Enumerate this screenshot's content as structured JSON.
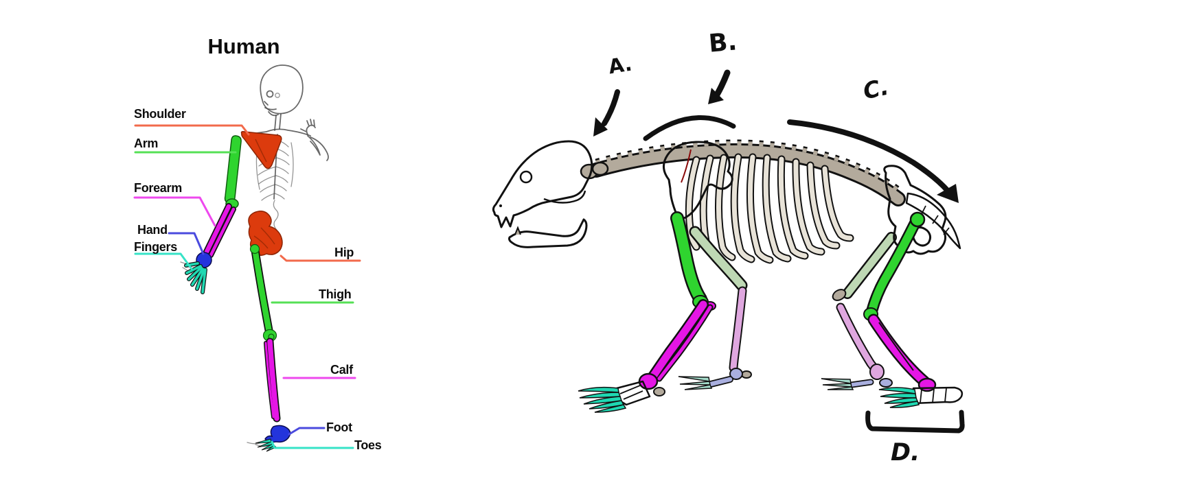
{
  "colors": {
    "background": "#ffffff",
    "ink": "#111111",
    "sketch": "#4f4f4f",
    "bone": "#b3aa9c",
    "bone_light": "#e8e3d8",
    "red": "#e81414",
    "orange": "#dc3b0d",
    "orange_line": "#f26a4b",
    "green": "#2fd42f",
    "green_line": "#55e055",
    "pale_green": "#bed8b4",
    "magenta": "#e516e5",
    "magenta_line": "#ee49ee",
    "pale_pink": "#dfa7df",
    "blue": "#2334dc",
    "blue_line": "#4a4ade",
    "pale_lavender": "#a9afdf",
    "teal": "#1fd8b2",
    "teal_line": "#36e3c7",
    "pale_teal": "#a4dac9"
  },
  "human": {
    "title": "Human",
    "labels": [
      {
        "text": "Shoulder",
        "color": "orange_line"
      },
      {
        "text": "Arm",
        "color": "green_line"
      },
      {
        "text": "Forearm",
        "color": "magenta_line"
      },
      {
        "text": "Hand",
        "color": "blue_line"
      },
      {
        "text": "Fingers",
        "color": "teal_line"
      },
      {
        "text": "Hip",
        "color": "orange_line"
      },
      {
        "text": "Thigh",
        "color": "green_line"
      },
      {
        "text": "Calf",
        "color": "magenta_line"
      },
      {
        "text": "Foot",
        "color": "blue_line"
      },
      {
        "text": "Toes",
        "color": "teal_line"
      }
    ]
  },
  "animal": {
    "annotations": [
      {
        "text": "A."
      },
      {
        "text": "B."
      },
      {
        "text": "C."
      },
      {
        "text": "D."
      }
    ]
  }
}
